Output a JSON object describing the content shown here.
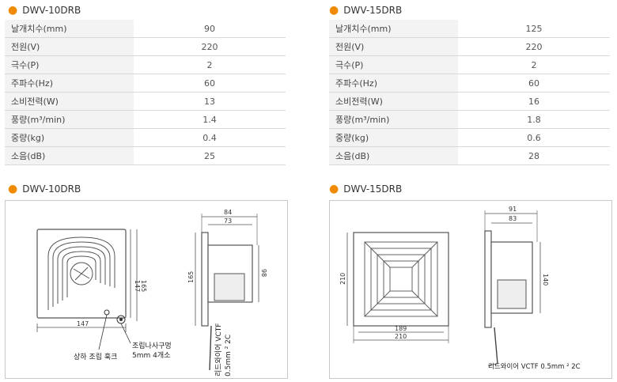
{
  "left": {
    "model": "DWV-10DRB",
    "specs": [
      {
        "label": "날개치수(mm)",
        "value": "90"
      },
      {
        "label": "전원(V)",
        "value": "220"
      },
      {
        "label": "극수(P)",
        "value": "2"
      },
      {
        "label": "주파수(Hz)",
        "value": "60"
      },
      {
        "label": "소비전력(W)",
        "value": "13"
      },
      {
        "label": "풍량(m³/min)",
        "value": "1.4"
      },
      {
        "label": "중량(kg)",
        "value": "0.4"
      },
      {
        "label": "소음(dB)",
        "value": "25"
      }
    ],
    "diagram_title": "DWV-10DRB",
    "diagram": {
      "front_width": "147",
      "front_height_a": "147",
      "front_height_b": "165",
      "side_top_a": "84",
      "side_top_b": "73",
      "side_height": "165",
      "side_inner": "98",
      "label_hook": "상하 조립 훅크",
      "label_screw_line1": "조립나사구멍",
      "label_screw_line2": "5mm 4개소",
      "label_wire_line1": "리드와이어 VCTF",
      "label_wire_line2": "0.5mm ² 2C"
    }
  },
  "right": {
    "model": "DWV-15DRB",
    "specs": [
      {
        "label": "날개치수(mm)",
        "value": "125"
      },
      {
        "label": "전원(V)",
        "value": "220"
      },
      {
        "label": "극수(P)",
        "value": "2"
      },
      {
        "label": "주파수(Hz)",
        "value": "60"
      },
      {
        "label": "소비전력(W)",
        "value": "16"
      },
      {
        "label": "풍량(m³/min)",
        "value": "1.8"
      },
      {
        "label": "중량(kg)",
        "value": "0.6"
      },
      {
        "label": "소음(dB)",
        "value": "28"
      }
    ],
    "diagram_title": "DWV-15DRB",
    "diagram": {
      "front_height": "210",
      "front_width_a": "189",
      "front_width_b": "210",
      "side_top_a": "91",
      "side_top_b": "83",
      "side_inner": "140",
      "label_wire": "리드와이어 VCTF 0.5mm ² 2C"
    }
  }
}
